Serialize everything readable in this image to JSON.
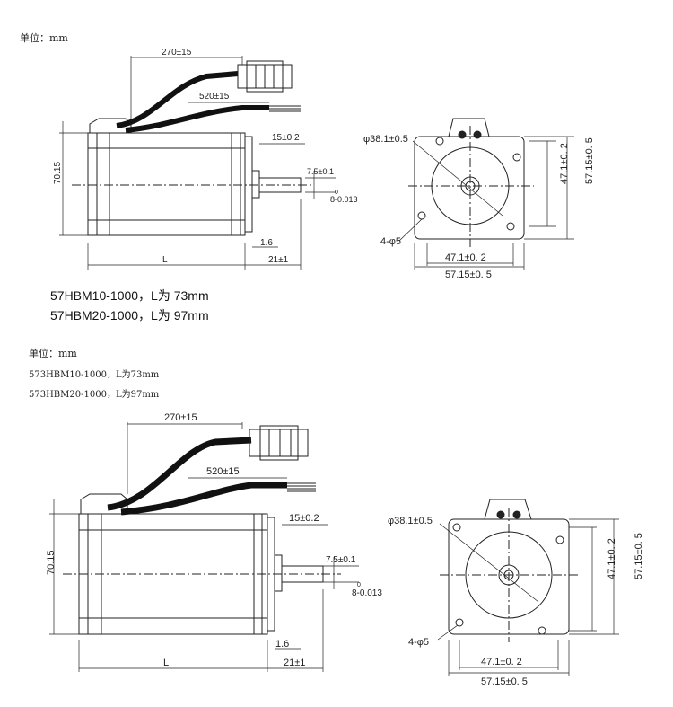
{
  "top": {
    "unit_label": "单位：mm",
    "models": [
      "57HBM10-1000，L为 73mm",
      "57HBM20-1000，L为 97mm"
    ],
    "dims": {
      "cable_total": "270±15",
      "cable_split": "520±15",
      "height": "70.15",
      "shaft_len": "15±0.2",
      "shaft_dia": "7.5±0.1",
      "shaft_tol": "8-0.013",
      "shaft_tol_sup": "0",
      "flange_thk": "1.6",
      "boss_len": "21±1",
      "body_len": "L",
      "pilot_dia": "φ38.1±0.5",
      "holes": "4-φ5",
      "hole_pitch_h": "47.1±0. 2",
      "face_w": "57.15±0. 5",
      "hole_pitch_v": "47.1±0. 2",
      "face_h": "57.15±0. 5"
    }
  },
  "bottom": {
    "unit_label": "单位：mm",
    "models": [
      "573HBM10-1000，L为73mm",
      "573HBM20-1000，L为97mm"
    ],
    "dims": {
      "cable_total": "270±15",
      "cable_split": "520±15",
      "height": "70.15",
      "shaft_len": "15±0.2",
      "shaft_dia": "7.5±0.1",
      "shaft_tol": "8-0.013",
      "shaft_tol_sup": "0",
      "flange_thk": "1.6",
      "boss_len": "21±1",
      "body_len": "L",
      "pilot_dia": "φ38.1±0.5",
      "holes": "4-φ5",
      "hole_pitch_h": "47.1±0. 2",
      "face_w": "57.15±0. 5",
      "hole_pitch_v": "47.1±0. 2",
      "face_h": "57.15±0. 5"
    }
  }
}
